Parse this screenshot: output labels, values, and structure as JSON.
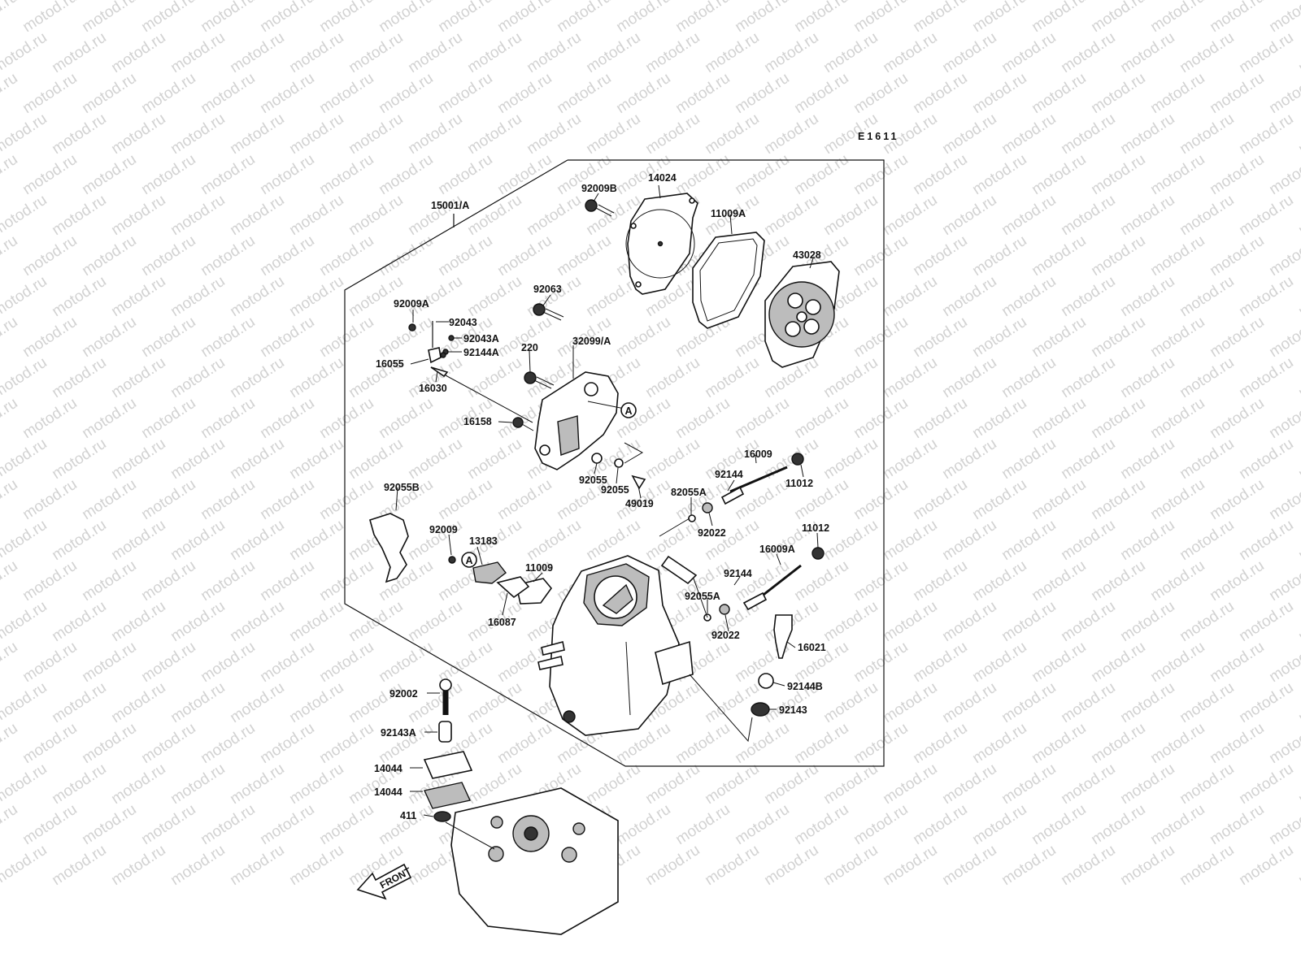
{
  "diagram": {
    "code": "E1611",
    "watermark": "motod.ru",
    "front_label": "FRONT",
    "callout_a": "A",
    "labels": {
      "p15001A": "15001/A",
      "p92009B": "92009B",
      "p14024": "14024",
      "p11009A": "11009A",
      "p43028": "43028",
      "p92063": "92063",
      "p92009A": "92009A",
      "p92043": "92043",
      "p92043A": "92043A",
      "p92144A": "92144A",
      "p16055": "16055",
      "p16030": "16030",
      "p220": "220",
      "p32099A": "32099/A",
      "p16158": "16158",
      "p92055_1": "92055",
      "p92055_2": "92055",
      "p49019": "49019",
      "p16009": "16009",
      "p92144_1": "92144",
      "p11012_1": "11012",
      "p82055A": "82055A",
      "p92022_1": "92022",
      "p92055B": "92055B",
      "p92009": "92009",
      "p13183": "13183",
      "p11009": "11009",
      "p16087": "16087",
      "p11012_2": "11012",
      "p16009A": "16009A",
      "p92144_2": "92144",
      "p92055A": "92055A",
      "p92022_2": "92022",
      "p16021": "16021",
      "p92144B": "92144B",
      "p92143": "92143",
      "p92002": "92002",
      "p92143A": "92143A",
      "p14044_1": "14044",
      "p14044_2": "14044",
      "p411": "411"
    }
  }
}
